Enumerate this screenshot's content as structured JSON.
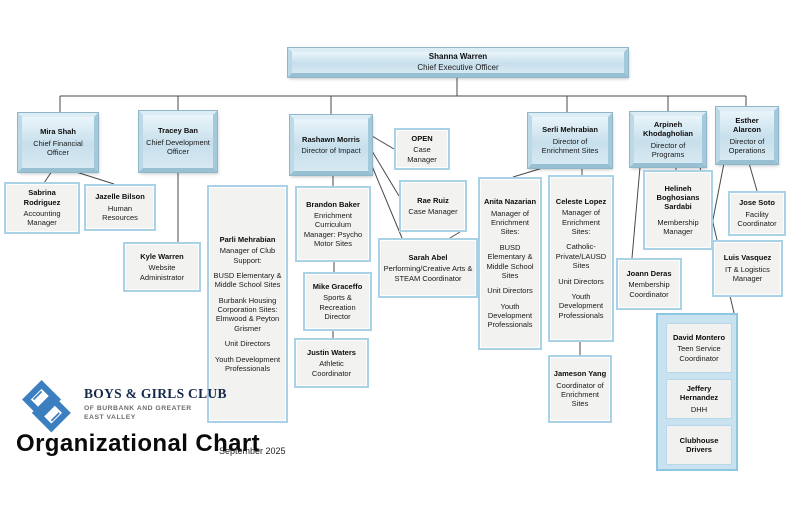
{
  "document": {
    "title": "Organizational Chart",
    "date": "September 2025"
  },
  "brand": {
    "org_name": "BOYS & GIRLS CLUB",
    "org_sub_line1": "OF BURBANK AND GREATER",
    "org_sub_line2": "EAST VALLEY",
    "logo_color": "#3b7fc0",
    "name_color": "#16294a"
  },
  "colors": {
    "bevel_fill": "#cfe4ef",
    "box_fill": "#f2f2f1",
    "box_border": "#a9d2e6",
    "group_fill": "#c9e2ef",
    "connector_line": "#4a4a4a"
  },
  "nodes": {
    "ceo": {
      "name": "Shanna Warren",
      "role": "Chief Executive Officer"
    },
    "cfo": {
      "name": "Mira Shah",
      "role": "Chief Financial Officer"
    },
    "cdo": {
      "name": "Tracey Ban",
      "role": "Chief Development Officer"
    },
    "impact": {
      "name": "Rashawn Morris",
      "role": "Director of Impact"
    },
    "enrichment": {
      "name": "Serli Mehrabian",
      "role": "Director of Enrichment Sites"
    },
    "programs": {
      "name": "Arpineh Khodagholian",
      "role": "Director of Programs"
    },
    "operations": {
      "name": "Esther Alarcon",
      "role": "Director of Operations"
    },
    "accounting": {
      "name": "Sabrina Rodriguez",
      "role": "Accounting Manager"
    },
    "hr": {
      "name": "Jazelle Bilson",
      "role": "Human Resources"
    },
    "website": {
      "name": "Kyle Warren",
      "role": "Website Administrator"
    },
    "club_support": {
      "name": "Parli Mehrabian",
      "role": "Manager of Club Support:",
      "details": [
        "BUSD Elementary & Middle School Sites",
        "Burbank Housing Corporation Sites: Elmwood & Peyton Grismer",
        "Unit Directors",
        "Youth Development Professionals"
      ]
    },
    "curriculum": {
      "name": "Brandon Baker",
      "role": "Enrichment Curriculum Manager: Psycho Motor Sites"
    },
    "sports": {
      "name": "Mike Graceffo",
      "role": "Sports & Recreation Director"
    },
    "athletic": {
      "name": "Justin Waters",
      "role": "Athletic Coordinator"
    },
    "case_open": {
      "name": "OPEN",
      "role": "Case Manager"
    },
    "case_rae": {
      "name": "Rae Ruiz",
      "role": "Case Manager"
    },
    "steam": {
      "name": "Sarah Abel",
      "role": "Performing/Creative Arts & STEAM Coordinator"
    },
    "anita": {
      "name": "Anita Nazarian",
      "role": "Manager of Enrichment Sites:",
      "details": [
        "BUSD Elementary & Middle School Sites",
        "Unit Directors",
        "Youth Development Professionals"
      ]
    },
    "celeste": {
      "name": "Celeste Lopez",
      "role": "Manager of Enrichment Sites:",
      "details": [
        "Catholic-Private/LAUSD Sites",
        "Unit Directors",
        "Youth Development Professionals"
      ]
    },
    "jameson": {
      "name": "Jameson Yang",
      "role": "Coordinator of Enrichment Sites"
    },
    "membership_mgr": {
      "name": "Helineh Boghosians Sardabi",
      "role": "Membership Manager"
    },
    "membership_coord": {
      "name": "Joann Deras",
      "role": "Membership Coordinator"
    },
    "facility": {
      "name": "Jose Soto",
      "role": "Facility Coordinator"
    },
    "it_logistics": {
      "name": "Luis Vasquez",
      "role": "IT & Logistics Manager"
    },
    "teen_service": {
      "name": "David Montero",
      "role": "Teen Service Coordinator"
    },
    "dhh": {
      "name": "Jeffery Hernandez",
      "role": "DHH"
    },
    "drivers": {
      "name": "Clubhouse Drivers"
    }
  }
}
